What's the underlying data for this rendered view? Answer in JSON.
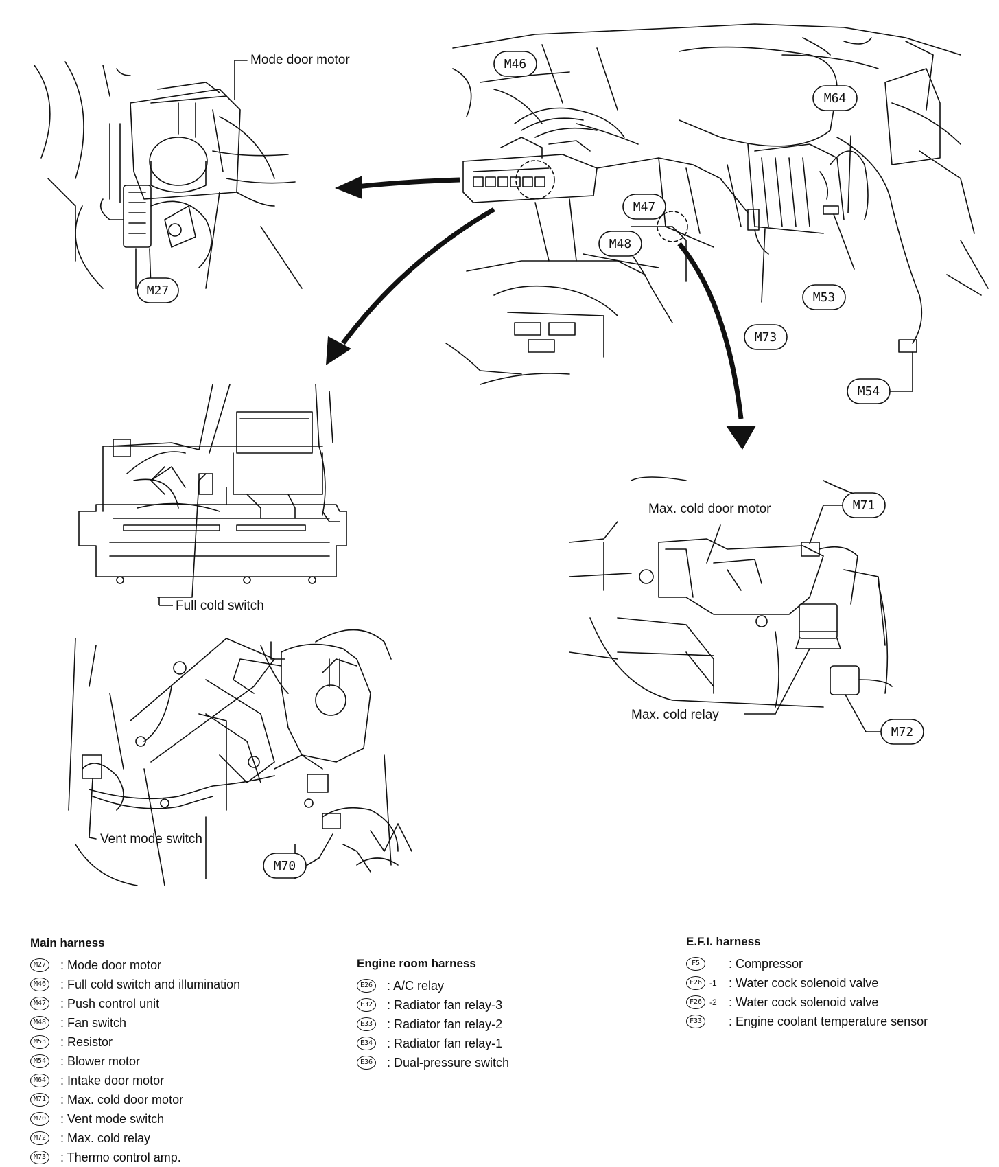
{
  "callouts": {
    "mode_door_motor": "Mode door motor",
    "full_cold_switch": "Full cold switch",
    "vent_mode_switch": "Vent mode switch",
    "max_cold_door_motor": "Max. cold door motor",
    "max_cold_relay": "Max. cold relay"
  },
  "tags": {
    "m27": "M27",
    "m46": "M46",
    "m47": "M47",
    "m48": "M48",
    "m53": "M53",
    "m54": "M54",
    "m64": "M64",
    "m70": "M70",
    "m71": "M71",
    "m72": "M72",
    "m73": "M73"
  },
  "legend": {
    "main": {
      "title": "Main harness",
      "items": [
        {
          "code": "M27",
          "desc": ": Mode door motor"
        },
        {
          "code": "M46",
          "desc": ": Full cold switch and illumination"
        },
        {
          "code": "M47",
          "desc": ": Push control unit"
        },
        {
          "code": "M48",
          "desc": ": Fan switch"
        },
        {
          "code": "M53",
          "desc": ": Resistor"
        },
        {
          "code": "M54",
          "desc": ": Blower motor"
        },
        {
          "code": "M64",
          "desc": ": Intake door motor"
        },
        {
          "code": "M71",
          "desc": ": Max. cold door motor"
        },
        {
          "code": "M70",
          "desc": ": Vent mode switch"
        },
        {
          "code": "M72",
          "desc": ": Max. cold relay"
        },
        {
          "code": "M73",
          "desc": ": Thermo control amp."
        }
      ]
    },
    "engine": {
      "title": "Engine room harness",
      "items": [
        {
          "code": "E26",
          "desc": ": A/C relay"
        },
        {
          "code": "E32",
          "desc": ": Radiator fan relay-3"
        },
        {
          "code": "E33",
          "desc": ": Radiator fan relay-2"
        },
        {
          "code": "E34",
          "desc": ": Radiator fan relay-1"
        },
        {
          "code": "E36",
          "desc": ": Dual-pressure switch"
        }
      ]
    },
    "efi": {
      "title": "E.F.I. harness",
      "items": [
        {
          "code": "F5",
          "sub": "",
          "desc": ": Compressor"
        },
        {
          "code": "F26",
          "sub": "-1",
          "desc": ": Water cock solenoid valve"
        },
        {
          "code": "F26",
          "sub": "-2",
          "desc": ": Water cock solenoid valve"
        },
        {
          "code": "F33",
          "sub": "",
          "desc": ": Engine coolant temperature sensor"
        }
      ]
    }
  }
}
